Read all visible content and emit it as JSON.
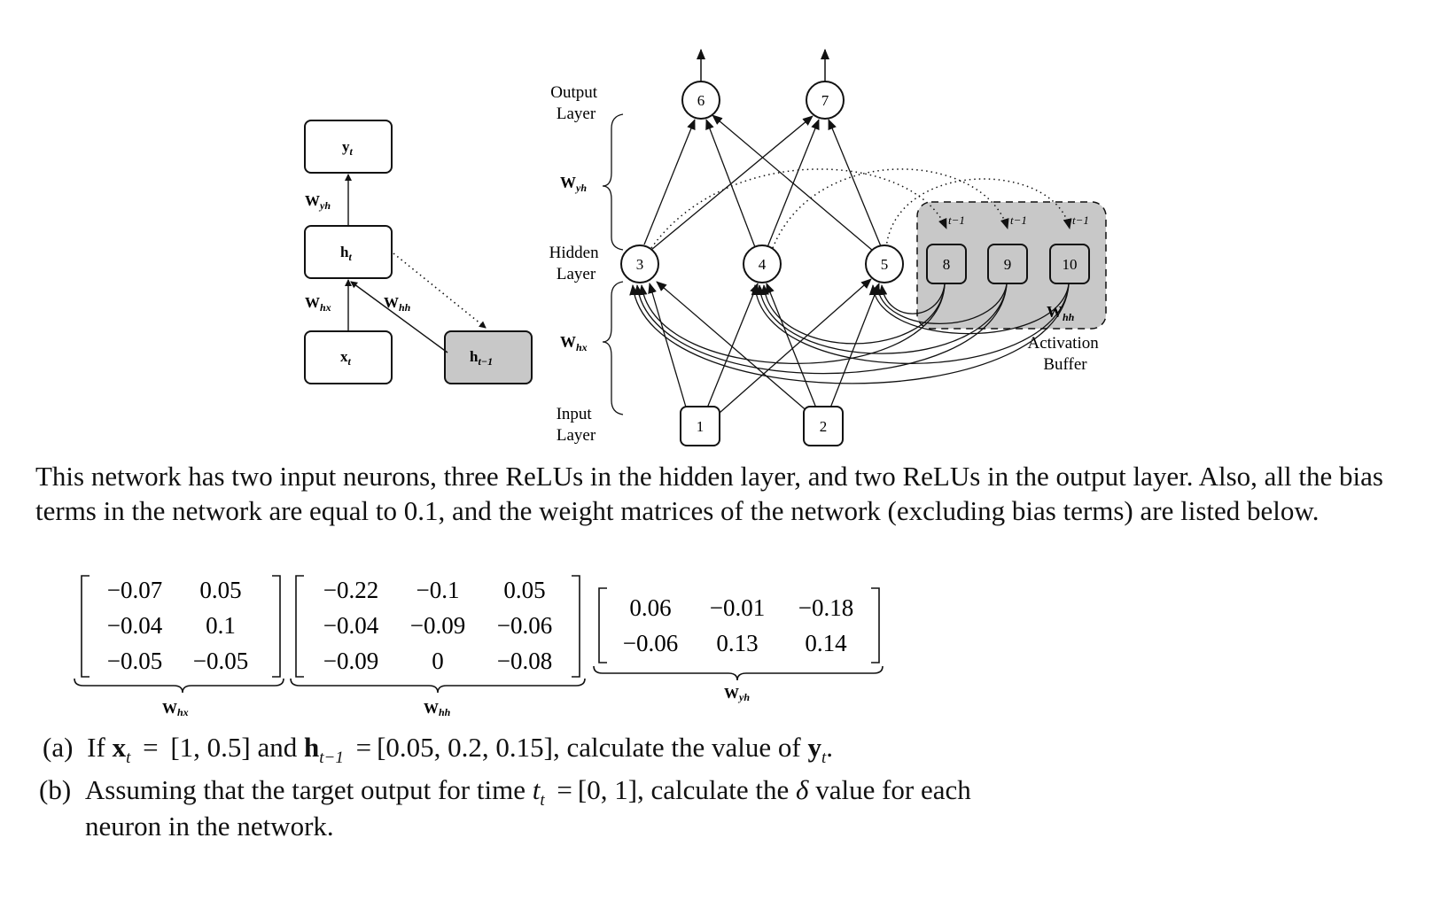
{
  "left_diagram": {
    "y_box": "y",
    "y_sub": "t",
    "h_box": "h",
    "h_sub": "t",
    "x_box": "x",
    "x_sub": "t",
    "hprev_box": "h",
    "hprev_sub": "t−1",
    "w_yh": "W",
    "w_yh_sub": "yh",
    "w_hx": "W",
    "w_hx_sub": "hx",
    "w_hh": "W",
    "w_hh_sub": "hh"
  },
  "right_diagram": {
    "output_layer": [
      "Output",
      "Layer"
    ],
    "hidden_layer": [
      "Hidden",
      "Layer"
    ],
    "input_layer": [
      "Input",
      "Layer"
    ],
    "w_yh": "W",
    "w_yh_sub": "yh",
    "w_hx": "W",
    "w_hx_sub": "hx",
    "w_hh": "W",
    "w_hh_sub": "hh",
    "activation_buffer": [
      "Activation",
      "Buffer"
    ],
    "t_minus_1": "t−1",
    "nodes": [
      "1",
      "2",
      "3",
      "4",
      "5",
      "6",
      "7",
      "8",
      "9",
      "10"
    ]
  },
  "paragraph": "This network has two input neurons, three ReLUs in the hidden layer, and two ReLUs in the output layer. Also, all the bias terms in the network are equal to 0.1, and the weight matrices of the network (excluding bias terms) are listed below.",
  "matrices": {
    "whx": {
      "label": "W",
      "sub": "hx",
      "rows": [
        [
          "−0.07",
          "0.05"
        ],
        [
          "−0.04",
          "0.1"
        ],
        [
          "−0.05",
          "−0.05"
        ]
      ]
    },
    "whh": {
      "label": "W",
      "sub": "hh",
      "rows": [
        [
          "−0.22",
          "−0.1",
          "0.05"
        ],
        [
          "−0.04",
          "−0.09",
          "−0.06"
        ],
        [
          "−0.09",
          "0",
          "−0.08"
        ]
      ]
    },
    "wyh": {
      "label": "W",
      "sub": "yh",
      "rows": [
        [
          "0.06",
          "−0.01",
          "−0.18"
        ],
        [
          "−0.06",
          "0.13",
          "0.14"
        ]
      ]
    }
  },
  "questions": {
    "a": {
      "label": "(a)",
      "t1": "If",
      "x": "x",
      "xsub": "t",
      "t2": "=",
      "xval": "[1, 0.5]",
      "t3": "and",
      "h": "h",
      "hsub": "t−1",
      "t4": "=",
      "hval": "[0.05, 0.2, 0.15]",
      "t5": ", calculate the value of",
      "y": "y",
      "ysub": "t",
      "t6": "."
    },
    "b": {
      "label": "(b)",
      "t1": "Assuming that the target output for time",
      "tv": "t",
      "tsub": "t",
      "t2": "=",
      "val": "[0, 1]",
      "t3": ", calculate the",
      "delta": "δ",
      "t4": "value for each",
      "line2": "neuron in the network."
    }
  }
}
